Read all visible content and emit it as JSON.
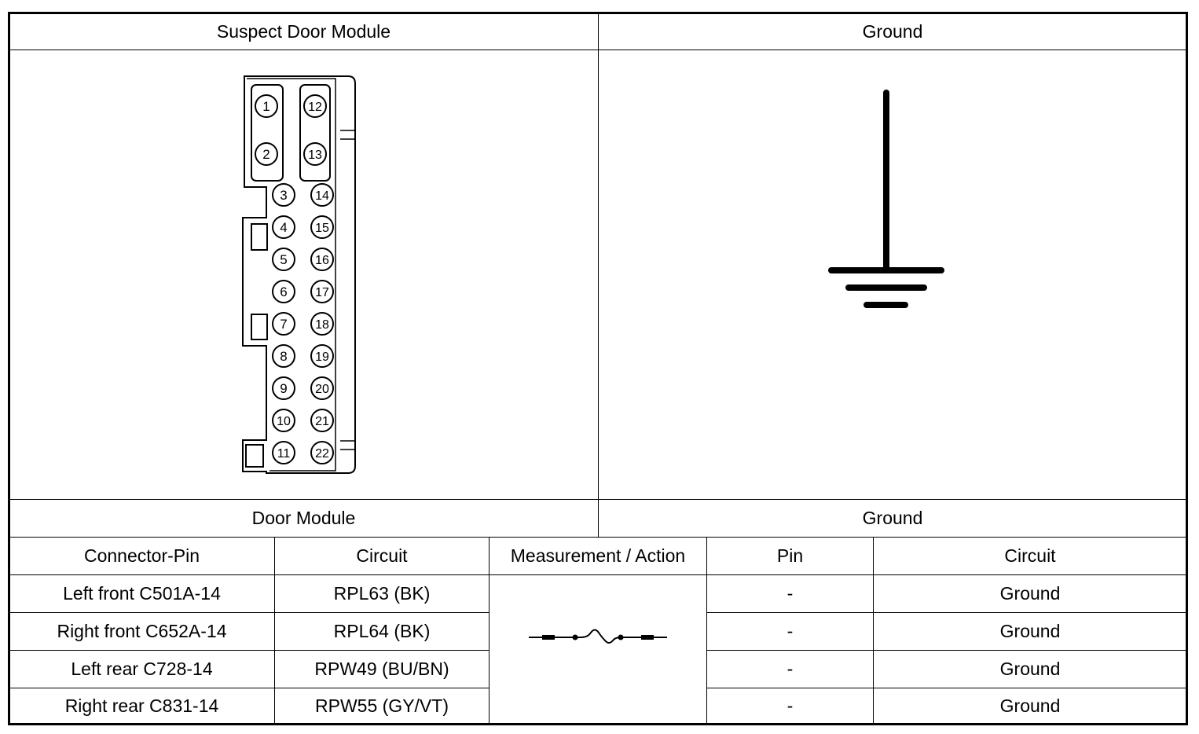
{
  "header": {
    "left_title": "Suspect Door Module",
    "right_title": "Ground"
  },
  "connector": {
    "left_pins": [
      "1",
      "2",
      "3",
      "4",
      "5",
      "6",
      "7",
      "8",
      "9",
      "10",
      "11"
    ],
    "right_pins": [
      "12",
      "13",
      "14",
      "15",
      "16",
      "17",
      "18",
      "19",
      "20",
      "21",
      "22"
    ]
  },
  "subheader": {
    "left": "Door Module",
    "right": "Ground"
  },
  "table": {
    "columns": [
      "Connector-Pin",
      "Circuit",
      "Measurement / Action",
      "Pin",
      "Circuit"
    ],
    "rows": [
      {
        "connector_pin": "Left front C501A-14",
        "circuit": "RPL63 (BK)",
        "pin": "-",
        "ground_circuit": "Ground"
      },
      {
        "connector_pin": "Right front C652A-14",
        "circuit": "RPL64 (BK)",
        "pin": "-",
        "ground_circuit": "Ground"
      },
      {
        "connector_pin": "Left rear C728-14",
        "circuit": "RPW49 (BU/BN)",
        "pin": "-",
        "ground_circuit": "Ground"
      },
      {
        "connector_pin": "Right rear C831-14",
        "circuit": "RPW55 (GY/VT)",
        "pin": "-",
        "ground_circuit": "Ground"
      }
    ]
  },
  "icons": {
    "ground_symbol": "ground-symbol-icon",
    "measurement": "fused-jumper-icon"
  }
}
